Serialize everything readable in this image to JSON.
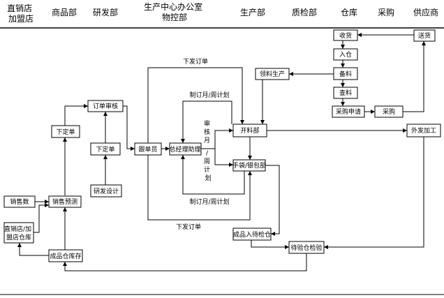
{
  "headers": [
    [
      "直销店",
      "加盟店"
    ],
    [
      "商品部"
    ],
    [
      "研发部"
    ],
    [
      "生产中心办公室",
      "物控部"
    ],
    [
      "生产部"
    ],
    [
      "质检部"
    ],
    [
      "仓库"
    ],
    [
      "采购"
    ],
    [
      "供应商"
    ]
  ],
  "nodes": {
    "sales_count": "销售数",
    "store_warehouse": [
      "直销店/加",
      "盟店仓库"
    ],
    "sales_forecast": "销售预测",
    "fg_warehouse": "成品仓库存",
    "order_merch": "下定单",
    "order_review": "订单审核",
    "order_rd": "下定单",
    "rd_design": "研发设计",
    "follow_staff": "跟单员",
    "gm_assistant": "总经理助理",
    "cutting": "开料部",
    "sewing": "手袋/银包部",
    "fg_pending": "成品入待检仓",
    "pending_inspect": "待验仓检验",
    "receiving": "收货",
    "warehousing": "入仓",
    "prepare": "备料",
    "check_material": "查料",
    "purchase_request": "采购申请",
    "purchasing": "采购",
    "delivery": "送货",
    "outsourcing": "外发加工",
    "material_prod": "领料生产"
  },
  "edge_labels": {
    "issue_order_top": "下发订单",
    "issue_order_bottom": "下发订单",
    "plan_top": "制订月/周计划",
    "plan_bottom": "制订月/周计划",
    "review_plan_vertical": [
      "审",
      "核",
      "月",
      "/",
      "周",
      "计",
      "划"
    ]
  }
}
